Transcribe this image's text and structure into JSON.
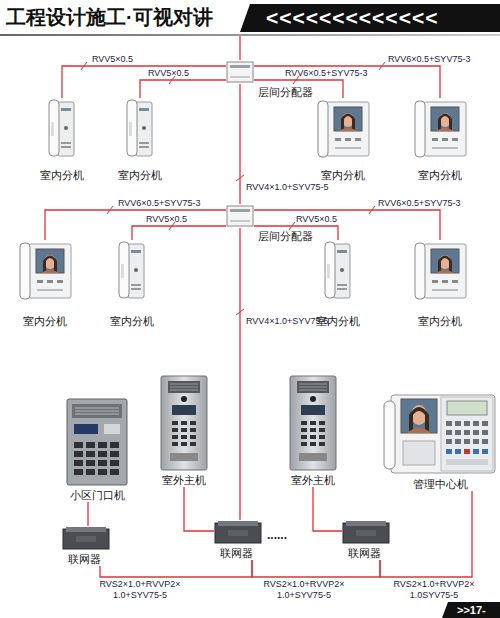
{
  "diagram": {
    "title": "工程设计施工·可视对讲",
    "nodes": [
      {
        "text": [
          "层间分配器"
        ]
      },
      {
        "text": [
          "室内分机"
        ]
      },
      {
        "text": [
          "室内分机"
        ]
      },
      {
        "text": [
          "室内分机"
        ]
      },
      {
        "text": [
          "室内分机"
        ]
      },
      {
        "text": [
          "层间分配器"
        ]
      },
      {
        "text": [
          "室内分机"
        ]
      },
      {
        "text": [
          "室内分机"
        ]
      },
      {
        "text": [
          "室内分机"
        ]
      },
      {
        "text": [
          "室内分机"
        ]
      },
      {
        "text": [
          "小区门口机"
        ]
      },
      {
        "text": [
          "室外主机"
        ]
      },
      {
        "text": [
          "室外主机"
        ]
      },
      {
        "text": [
          "管理中心机"
        ]
      },
      {
        "text": [
          "联网器"
        ]
      },
      {
        "text": [
          "联网器"
        ]
      },
      {
        "text": [
          "联网器"
        ]
      }
    ],
    "edges": [
      {
        "from": 0,
        "to": 1,
        "label": "RVV5×0.5",
        "arrow": "none"
      },
      {
        "from": 0,
        "to": 2,
        "label": "RVV5×0.5",
        "arrow": "none"
      },
      {
        "from": 0,
        "to": 3,
        "label": "RVV6×0.5+SYV75-3",
        "arrow": "none"
      },
      {
        "from": 0,
        "to": 4,
        "label": "RVV6×0.5+SYV75-3",
        "arrow": "none"
      },
      {
        "from": 0,
        "to": 5,
        "label": "RVV4×1.0+SYV75-5",
        "arrow": "none"
      },
      {
        "from": 5,
        "to": 6,
        "label": "RVV6×0.5+SYV75-3",
        "arrow": "none"
      },
      {
        "from": 5,
        "to": 7,
        "label": "RVV5×0.5",
        "arrow": "none"
      },
      {
        "from": 5,
        "to": 8,
        "label": "RVV5×0.5",
        "arrow": "none"
      },
      {
        "from": 5,
        "to": 9,
        "label": "RVV6×0.5+SYV75-3",
        "arrow": "none"
      },
      {
        "from": 5,
        "to": 15,
        "label": "RVV4×1.0+SYV75-5",
        "arrow": "none"
      },
      {
        "from": 14,
        "to": 10,
        "arrow": "none"
      },
      {
        "from": 15,
        "to": 11,
        "arrow": "none"
      },
      {
        "from": 16,
        "to": 12,
        "arrow": "none"
      },
      {
        "from": 14,
        "to": 15,
        "label": "RVS2×1.0+RVVP2× 1.0+SYV75-5",
        "arrow": "none"
      },
      {
        "from": 15,
        "to": 16,
        "label": "RVS2×1.0+RVVP2× 1.0+SYV75-5",
        "arrow": "none"
      },
      {
        "from": 16,
        "to": 13,
        "label": "RVS2×1.0+RVVP2× 1.0SYV75-5",
        "arrow": "none"
      }
    ],
    "labels": [
      "<<<<<<<<<<<<<",
      "......",
      ">>17-"
    ]
  }
}
